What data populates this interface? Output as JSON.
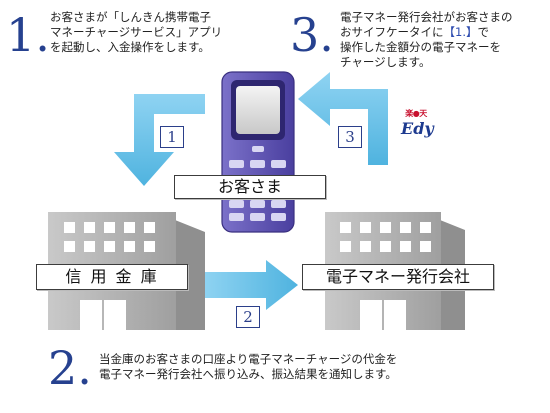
{
  "steps": [
    {
      "number": "1.",
      "text": "お客さまが「しんきん携帯電子\nマネーチャージサービス」アプリ\nを起動し、入金操作をします。"
    },
    {
      "number": "3.",
      "text_before": "電子マネー発行会社がお客さまの\nおサイフケータイに",
      "text_ref": "【1.】",
      "text_after": "で\n操作した金額分の電子マネーを\nチャージします。"
    },
    {
      "number": "2.",
      "text": "当金庫のお客さまの口座より電子マネーチャージの代金を\n電子マネー発行会社へ振り込み、振込結果を通知します。"
    }
  ],
  "badges": {
    "b1": "1",
    "b2": "2",
    "b3": "3"
  },
  "labels": {
    "customer": "お客さま",
    "bank": "信 用 金 庫",
    "issuer": "電子マネー発行会社"
  },
  "edy_logo": {
    "top": "楽●天",
    "bottom": "Edy"
  },
  "colors": {
    "accent": "#26418f",
    "arrow": "#6ec0e6",
    "phone": "#5b4fb0",
    "building": "#a9a9a9"
  },
  "icons": [
    "phone-icon",
    "bank-building-icon",
    "issuer-building-icon",
    "edy-logo-icon"
  ]
}
